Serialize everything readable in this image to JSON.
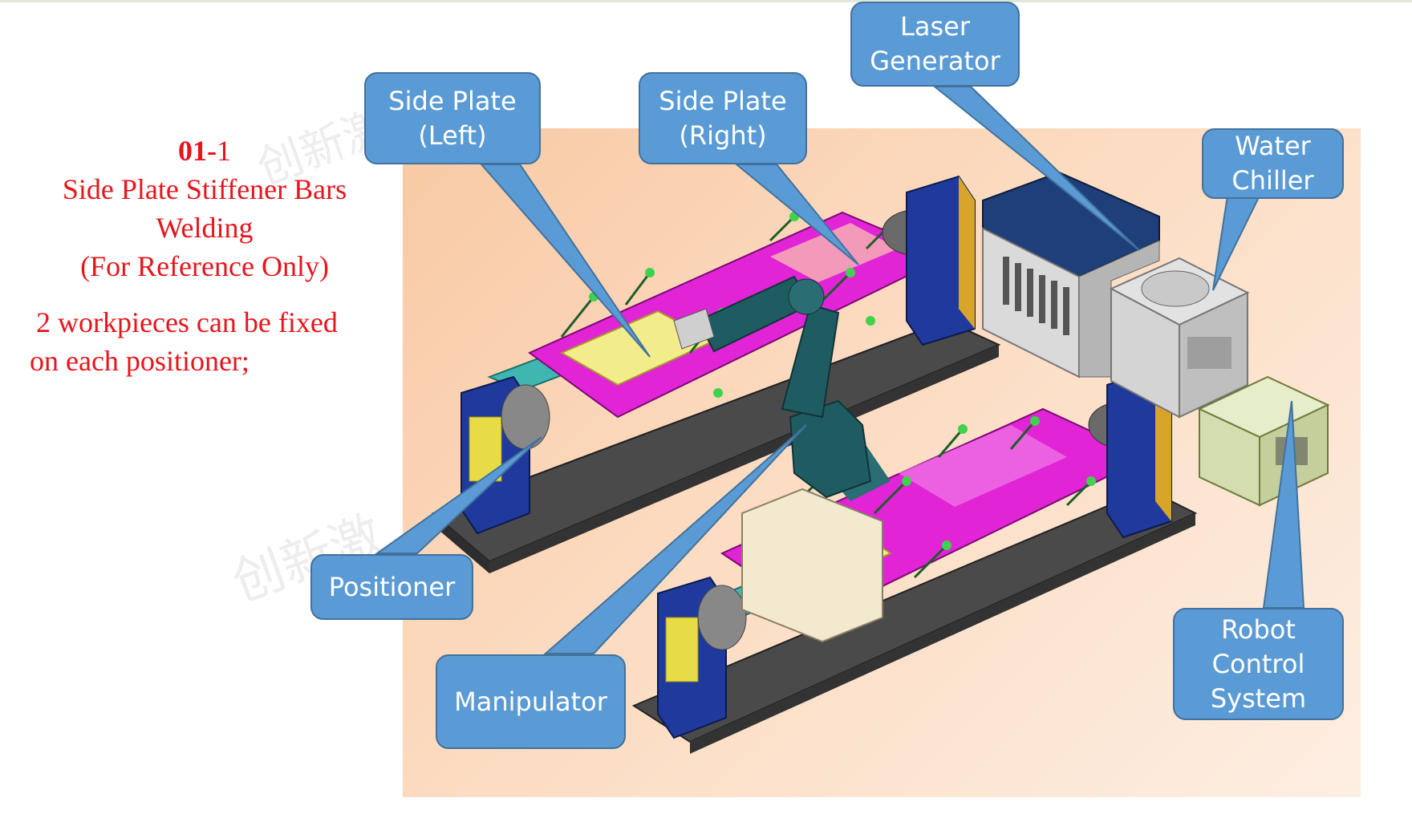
{
  "slide": {
    "code_prefix": "01-",
    "code_suffix": "1",
    "title_lines": [
      "Side Plate Stiffener Bars",
      "Welding",
      "(For Reference Only)"
    ],
    "note_lines": [
      "2 workpieces can be fixed",
      "on each positioner;"
    ]
  },
  "callouts": {
    "side_plate_left": [
      "Side Plate",
      "(Left)"
    ],
    "side_plate_right": [
      "Side Plate",
      "(Right)"
    ],
    "laser_generator": [
      "Laser",
      "Generator"
    ],
    "water_chiller": [
      "Water",
      "Chiller"
    ],
    "positioner": [
      "Positioner"
    ],
    "manipulator": [
      "Manipulator"
    ],
    "robot_control_system": [
      "Robot",
      "Control",
      "System"
    ]
  },
  "watermark": "创新激",
  "colors": {
    "callout_fill": "#5b9bd5",
    "callout_border": "#41719c",
    "title_text": "#e8141c",
    "background_panel": "#f8c9a4",
    "fixture_magenta": "#e024d6",
    "positioner_blue": "#1f3a9c",
    "base_gray": "#4a4a4a",
    "rail_teal": "#3fb6b0",
    "workpiece_yellow": "#f3ec8a"
  }
}
